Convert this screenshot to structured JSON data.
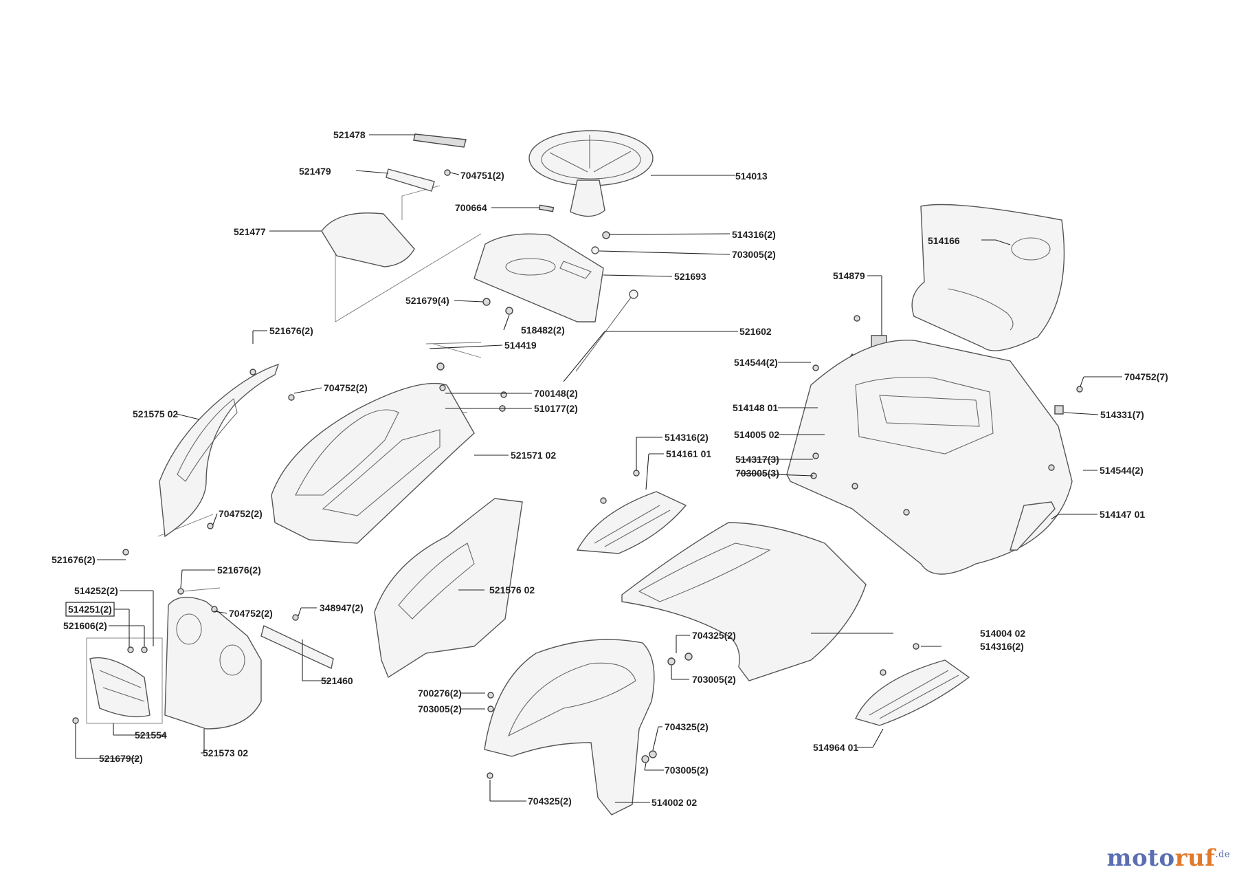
{
  "diagram": {
    "labels": {
      "p521478": "521478",
      "p521479": "521479",
      "p704751": "704751(2)",
      "p514013": "514013",
      "p700664": "700664",
      "p521477": "521477",
      "p514316a": "514316(2)",
      "p703005a": "703005(2)",
      "p514166": "514166",
      "p521693": "521693",
      "p514879": "514879",
      "p521679a": "521679(4)",
      "p518482": "518482(2)",
      "p521602": "521602",
      "p521676a": "521676(2)",
      "p514419": "514419",
      "p514544a": "514544(2)",
      "p704752a": "704752(7)",
      "p704752b": "704752(2)",
      "p700148": "700148(2)",
      "p510177": "510177(2)",
      "p514148": "514148 01",
      "p514331": "514331(7)",
      "p521575": "521575 02",
      "p514005": "514005 02",
      "p514316b": "514316(2)",
      "p521571": "521571 02",
      "p514161": "514161 01",
      "p514317": "514317(3)",
      "p703005b": "703005(3)",
      "p514544b": "514544(2)",
      "p704752c": "704752(2)",
      "p514147": "514147 01",
      "p521676b": "521676(2)",
      "p521676c": "521676(2)",
      "p514252": "514252(2)",
      "p521576": "521576 02",
      "p514251": "514251(2)",
      "p704752d": "704752(2)",
      "p348947": "348947(2)",
      "p521606": "521606(2)",
      "p514004": "514004 02",
      "p704325a": "704325(2)",
      "p514316c": "514316(2)",
      "p521460": "521460",
      "p703005c": "703005(2)",
      "p700276": "700276(2)",
      "p703005d": "703005(2)",
      "p704325b": "704325(2)",
      "p521554": "521554",
      "p703005e": "703005(2)",
      "p514964": "514964 01",
      "p521573": "521573 02",
      "p521679b": "521679(2)",
      "p704325c": "704325(2)",
      "p514002": "514002 02"
    }
  },
  "watermark": {
    "part_a": "moto",
    "part_b": "ruf",
    "tld": ".de",
    "color_a": "#5a6eb2",
    "color_b": "#e07a2a"
  }
}
